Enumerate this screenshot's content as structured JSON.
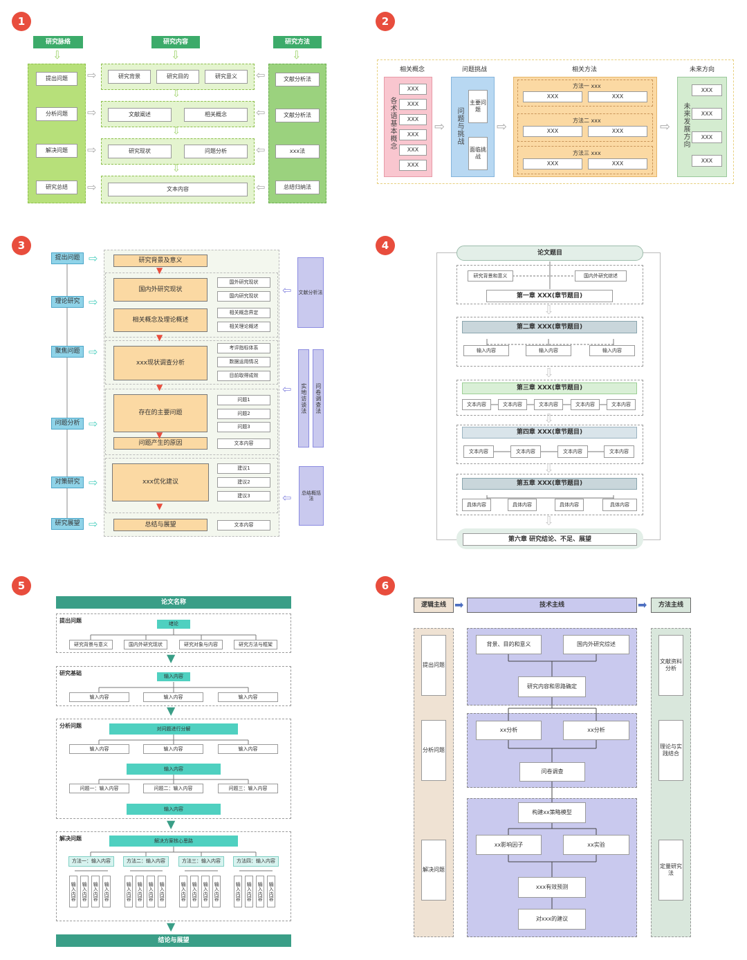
{
  "badges": [
    "1",
    "2",
    "3",
    "4",
    "5",
    "6"
  ],
  "d1": {
    "headers": [
      "研究脉络",
      "研究内容",
      "研究方法"
    ],
    "left": [
      "提出问题",
      "分析问题",
      "解决问题",
      "研究总结"
    ],
    "row1": [
      "研究背景",
      "研究目的",
      "研究意义"
    ],
    "row2": [
      "文献阐述",
      "相关概念"
    ],
    "row3": [
      "研究现状",
      "问题分析"
    ],
    "row4": "文本内容",
    "right": [
      "文献分析法",
      "文献分析法",
      "xxx法",
      "总结归纳法"
    ]
  },
  "d2": {
    "headers": [
      "相关概念",
      "问题挑战",
      "相关方法",
      "未来方向"
    ],
    "concept_label": "各术语基本概念",
    "xxx": "XXX",
    "challenge_label": "问题与挑战",
    "challenge_items": [
      "主要问题",
      "面临挑战"
    ],
    "methods": [
      "方法一 xxx",
      "方法二 xxx",
      "方法三 xxx"
    ],
    "future_label": "未来发展方向"
  },
  "d3": {
    "left": [
      "提出问题",
      "理论研究",
      "聚焦问题",
      "问题分析",
      "对策研究",
      "研究展望"
    ],
    "center": [
      "研究背景及意义",
      "国内外研究现状",
      "相关概念及理论概述",
      "xxx现状调查分析",
      "存在的主要问题",
      "问题产生的原因",
      "xxx优化建议",
      "总结与展望"
    ],
    "sub": [
      "国外研究现状",
      "国内研究现状",
      "相关概念界定",
      "相关理论概述",
      "考评指标体系",
      "数据运用情况",
      "目前取得成效",
      "问题1",
      "问题2",
      "问题3",
      "文本内容",
      "建议1",
      "建议2",
      "建议3",
      "文本内容"
    ],
    "methods": [
      "文献分析法",
      "实地访谈法",
      "问卷调查法",
      "总结概括法"
    ]
  },
  "d4": {
    "title": "论文题目",
    "ch1_items": [
      "研究背景和意义",
      "国内外研究综述"
    ],
    "ch1": "第一章 XXX(章节题目)",
    "ch2": "第二章 XXX(章节题目)",
    "ch2_items": [
      "输入内容",
      "输入内容",
      "输入内容"
    ],
    "ch3": "第三章 XXX(章节题目)",
    "ch3_items": [
      "文本内容",
      "文本内容",
      "文本内容",
      "文本内容",
      "文本内容"
    ],
    "ch4": "第四章 XXX(章节题目)",
    "ch4_items": [
      "文本内容",
      "文本内容",
      "文本内容",
      "文本内容"
    ],
    "ch5": "第五章 XXX(章节题目)",
    "ch5_items": [
      "具体内容",
      "具体内容",
      "具体内容",
      "具体内容"
    ],
    "ch6": "第六章 研究结论、不足、展望"
  },
  "d5": {
    "title": "论文名称",
    "s1_label": "提出问题",
    "s1_top": "绪论",
    "s1_items": [
      "研究背景与意义",
      "国内外研究现状",
      "研究对象与内容",
      "研究方法与框架"
    ],
    "s2_label": "研究基础",
    "s2_top": "输入内容",
    "s2_items": [
      "输入内容",
      "输入内容",
      "输入内容"
    ],
    "s3_label": "分析问题",
    "s3_top": "对问题进行分解",
    "s3_items": [
      "输入内容",
      "输入内容",
      "输入内容"
    ],
    "s3_mid": "输入内容",
    "s3_problems": [
      "问题一：输入内容",
      "问题二：输入内容",
      "问题三：输入内容"
    ],
    "s3_bottom": "输入内容",
    "s4_label": "解决问题",
    "s4_top": "解决方案核心思路",
    "s4_methods": [
      "方法一：输入内容",
      "方法二：输入内容",
      "方法三：输入内容",
      "方法四：输入内容"
    ],
    "s4_leaf": "输入内容",
    "footer": "结论与展望"
  },
  "d6": {
    "headers": [
      "逻辑主线",
      "技术主线",
      "方法主线"
    ],
    "left": [
      "提出问题",
      "分析问题",
      "解决问题"
    ],
    "b1": [
      "背景、目的和意义",
      "国内外研究综述",
      "研究内容和思路确定"
    ],
    "b2": [
      "xx分析",
      "xx分析",
      "问卷调查"
    ],
    "b3": [
      "构建xx策略模型",
      "xx影响因子",
      "xx实验",
      "xxx有效预测",
      "对xxx的建议"
    ],
    "right": [
      "文献资料分析",
      "理论与实践结合",
      "定量研究法"
    ]
  },
  "colors": {
    "badge": "#e84d3d",
    "green_dark": "#3cab6a",
    "green_light": "#b7e07a",
    "orange": "#fbd9a3",
    "blue": "#b8d8f2",
    "pink": "#f9c6cf",
    "purple": "#c9c9ee",
    "teal": "#4fd0c0",
    "teal_dark": "#3a9e87",
    "beige": "#efe2d3"
  }
}
